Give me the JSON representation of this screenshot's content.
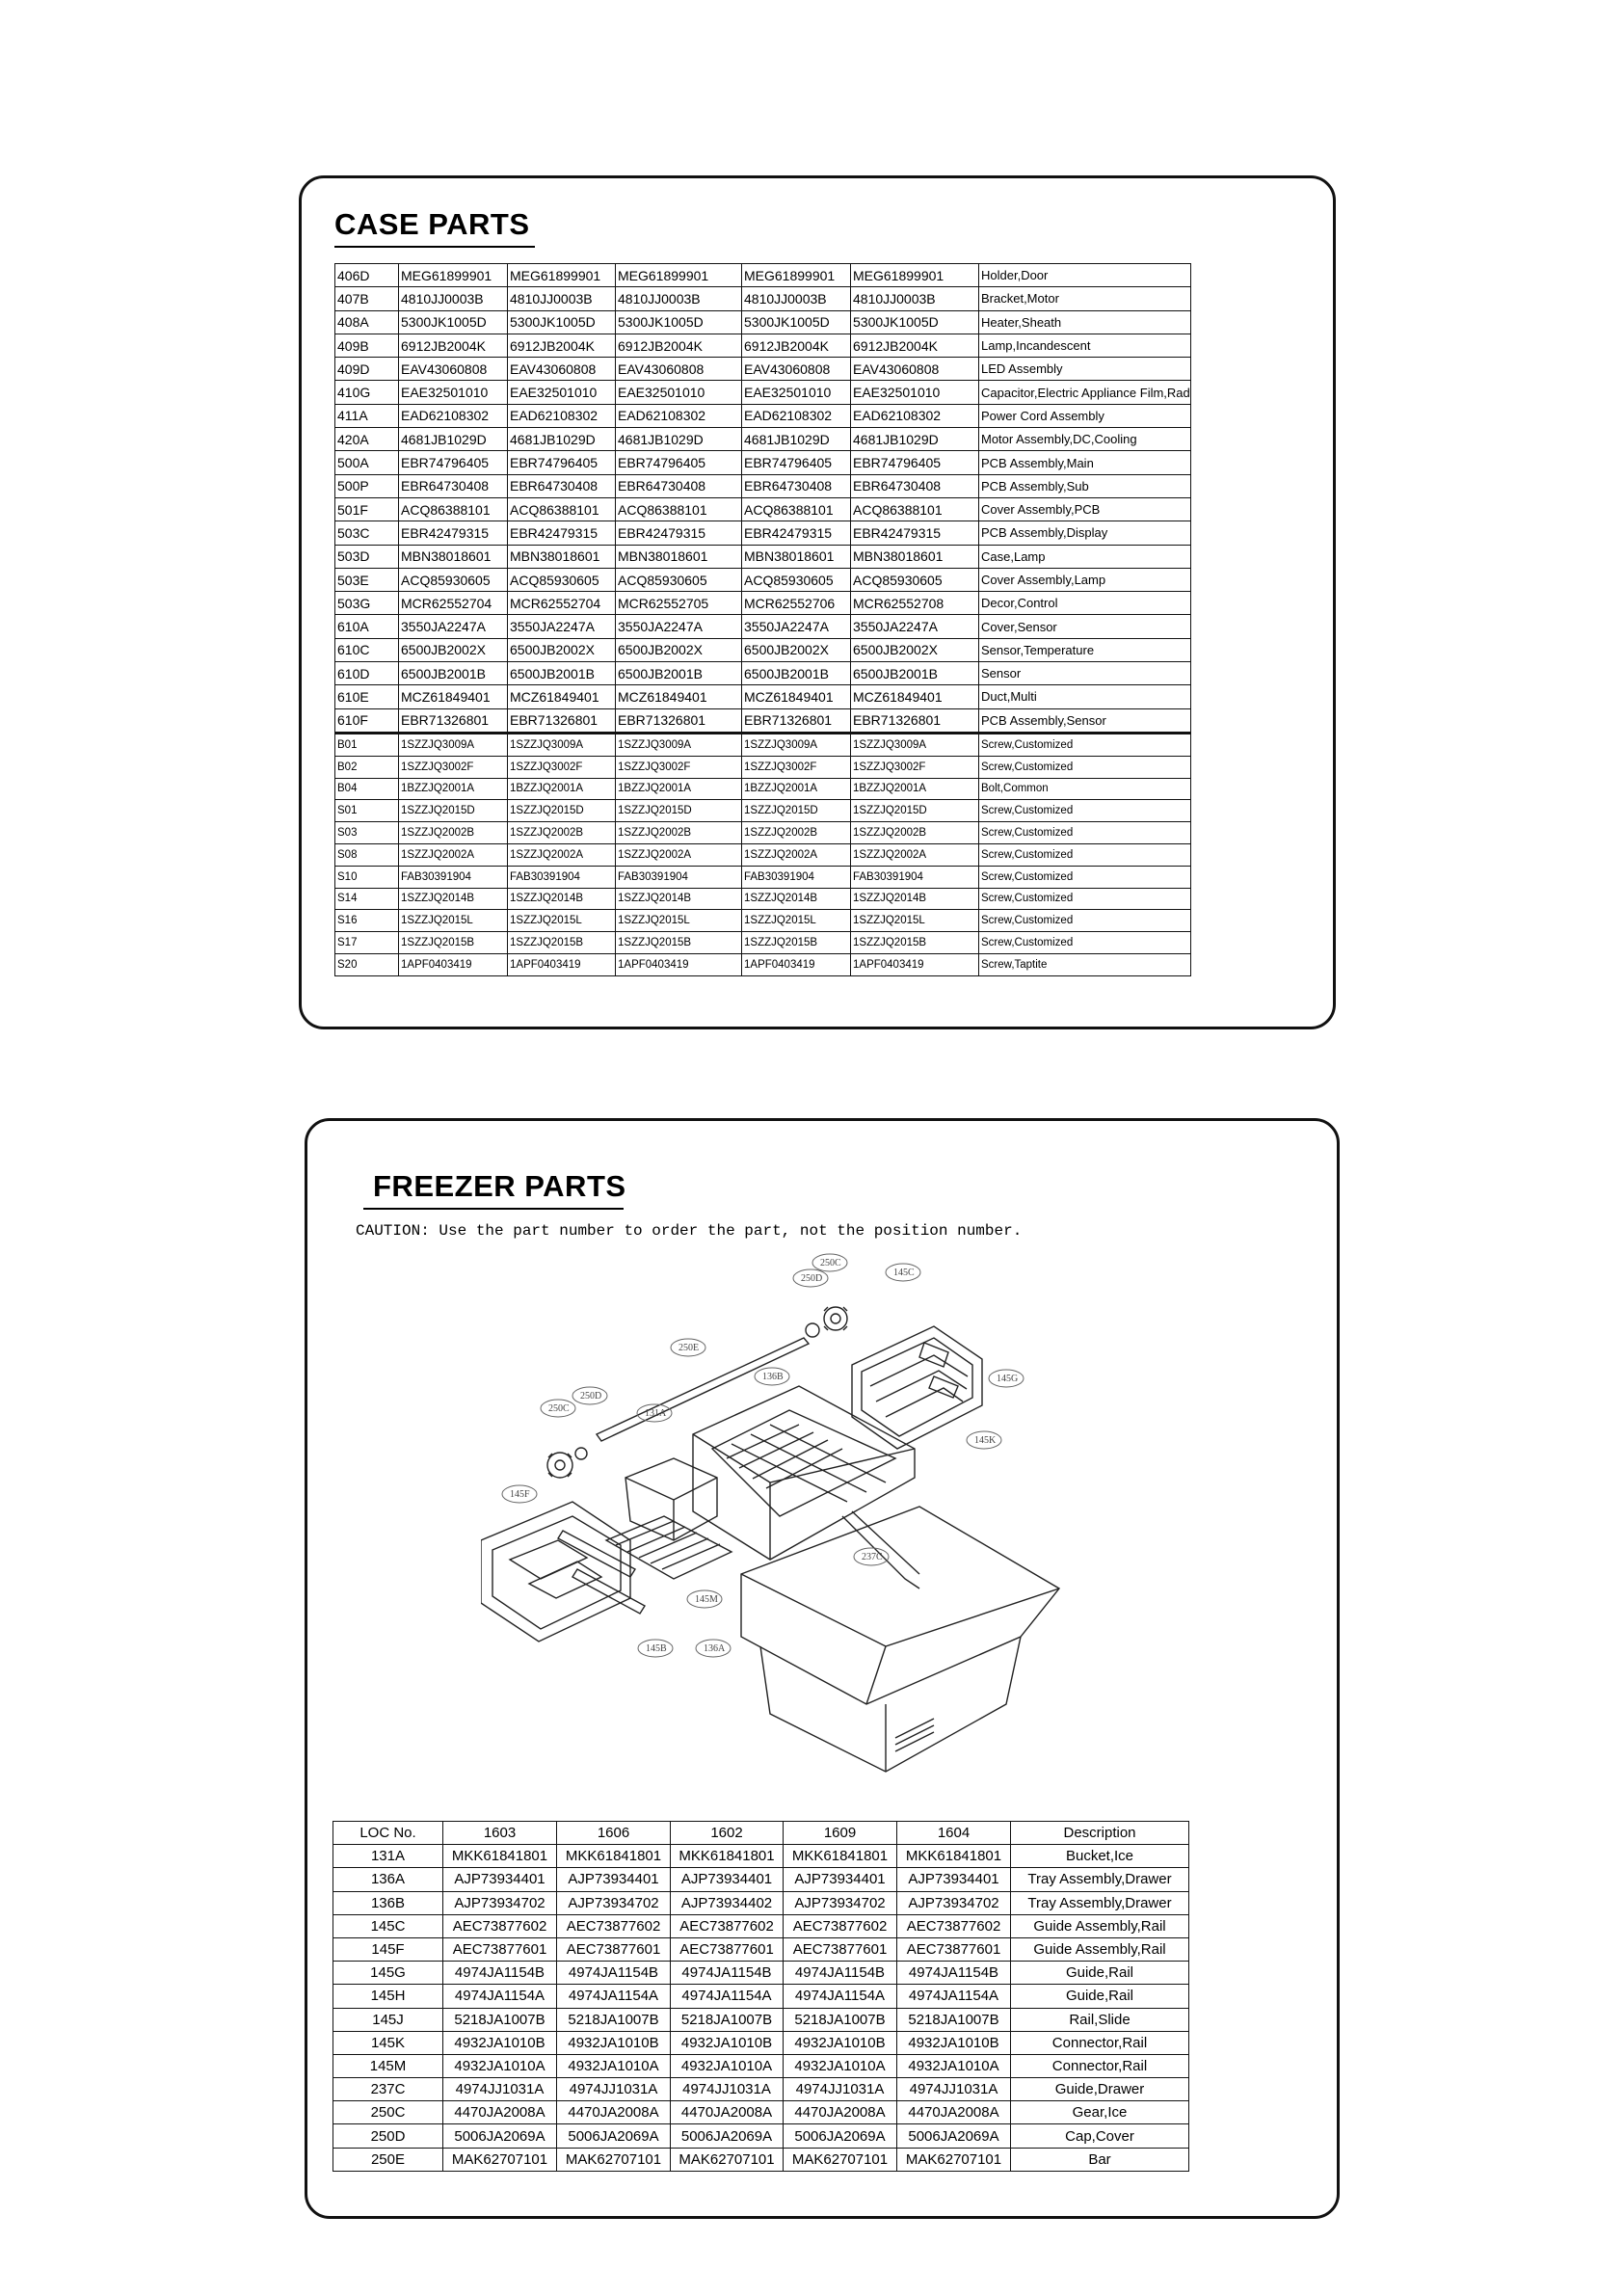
{
  "case_section": {
    "title": "CASE PARTS",
    "rows": [
      {
        "loc": "406D",
        "p1": "MEG61899901",
        "p2": "MEG61899901",
        "p3": "MEG61899901",
        "p4": "MEG61899901",
        "p5": "MEG61899901",
        "desc": "Holder,Door"
      },
      {
        "loc": "407B",
        "p1": "4810JJ0003B",
        "p2": "4810JJ0003B",
        "p3": "4810JJ0003B",
        "p4": "4810JJ0003B",
        "p5": "4810JJ0003B",
        "desc": "Bracket,Motor"
      },
      {
        "loc": "408A",
        "p1": "5300JK1005D",
        "p2": "5300JK1005D",
        "p3": "5300JK1005D",
        "p4": "5300JK1005D",
        "p5": "5300JK1005D",
        "desc": "Heater,Sheath"
      },
      {
        "loc": "409B",
        "p1": "6912JB2004K",
        "p2": "6912JB2004K",
        "p3": "6912JB2004K",
        "p4": "6912JB2004K",
        "p5": "6912JB2004K",
        "desc": "Lamp,Incandescent"
      },
      {
        "loc": "409D",
        "p1": "EAV43060808",
        "p2": "EAV43060808",
        "p3": "EAV43060808",
        "p4": "EAV43060808",
        "p5": "EAV43060808",
        "desc": "LED Assembly"
      },
      {
        "loc": "410G",
        "p1": "EAE32501010",
        "p2": "EAE32501010",
        "p3": "EAE32501010",
        "p4": "EAE32501010",
        "p5": "EAE32501010",
        "desc": "Capacitor,Electric Appliance Film,Rad"
      },
      {
        "loc": "411A",
        "p1": "EAD62108302",
        "p2": "EAD62108302",
        "p3": "EAD62108302",
        "p4": "EAD62108302",
        "p5": "EAD62108302",
        "desc": "Power Cord Assembly"
      },
      {
        "loc": "420A",
        "p1": "4681JB1029D",
        "p2": "4681JB1029D",
        "p3": "4681JB1029D",
        "p4": "4681JB1029D",
        "p5": "4681JB1029D",
        "desc": "Motor Assembly,DC,Cooling"
      },
      {
        "loc": "500A",
        "p1": "EBR74796405",
        "p2": "EBR74796405",
        "p3": "EBR74796405",
        "p4": "EBR74796405",
        "p5": "EBR74796405",
        "desc": "PCB Assembly,Main"
      },
      {
        "loc": "500P",
        "p1": "EBR64730408",
        "p2": "EBR64730408",
        "p3": "EBR64730408",
        "p4": "EBR64730408",
        "p5": "EBR64730408",
        "desc": "PCB Assembly,Sub"
      },
      {
        "loc": "501F",
        "p1": "ACQ86388101",
        "p2": "ACQ86388101",
        "p3": "ACQ86388101",
        "p4": "ACQ86388101",
        "p5": "ACQ86388101",
        "desc": "Cover Assembly,PCB"
      },
      {
        "loc": "503C",
        "p1": "EBR42479315",
        "p2": "EBR42479315",
        "p3": "EBR42479315",
        "p4": "EBR42479315",
        "p5": "EBR42479315",
        "desc": "PCB Assembly,Display"
      },
      {
        "loc": "503D",
        "p1": "MBN38018601",
        "p2": "MBN38018601",
        "p3": "MBN38018601",
        "p4": "MBN38018601",
        "p5": "MBN38018601",
        "desc": "Case,Lamp"
      },
      {
        "loc": "503E",
        "p1": "ACQ85930605",
        "p2": "ACQ85930605",
        "p3": "ACQ85930605",
        "p4": "ACQ85930605",
        "p5": "ACQ85930605",
        "desc": "Cover Assembly,Lamp"
      },
      {
        "loc": "503G",
        "p1": "MCR62552704",
        "p2": "MCR62552704",
        "p3": "MCR62552705",
        "p4": "MCR62552706",
        "p5": "MCR62552708",
        "desc": "Decor,Control"
      },
      {
        "loc": "610A",
        "p1": "3550JA2247A",
        "p2": "3550JA2247A",
        "p3": "3550JA2247A",
        "p4": "3550JA2247A",
        "p5": "3550JA2247A",
        "desc": "Cover,Sensor"
      },
      {
        "loc": "610C",
        "p1": "6500JB2002X",
        "p2": "6500JB2002X",
        "p3": "6500JB2002X",
        "p4": "6500JB2002X",
        "p5": "6500JB2002X",
        "desc": "Sensor,Temperature"
      },
      {
        "loc": "610D",
        "p1": "6500JB2001B",
        "p2": "6500JB2001B",
        "p3": "6500JB2001B",
        "p4": "6500JB2001B",
        "p5": "6500JB2001B",
        "desc": "Sensor"
      },
      {
        "loc": "610E",
        "p1": "MCZ61849401",
        "p2": "MCZ61849401",
        "p3": "MCZ61849401",
        "p4": "MCZ61849401",
        "p5": "MCZ61849401",
        "desc": "Duct,Multi"
      },
      {
        "loc": "610F",
        "p1": "EBR71326801",
        "p2": "EBR71326801",
        "p3": "EBR71326801",
        "p4": "EBR71326801",
        "p5": "EBR71326801",
        "desc": "PCB Assembly,Sensor"
      },
      {
        "loc": "B01",
        "p1": "1SZZJQ3009A",
        "p2": "1SZZJQ3009A",
        "p3": "1SZZJQ3009A",
        "p4": "1SZZJQ3009A",
        "p5": "1SZZJQ3009A",
        "desc": "Screw,Customized"
      },
      {
        "loc": "B02",
        "p1": "1SZZJQ3002F",
        "p2": "1SZZJQ3002F",
        "p3": "1SZZJQ3002F",
        "p4": "1SZZJQ3002F",
        "p5": "1SZZJQ3002F",
        "desc": "Screw,Customized"
      },
      {
        "loc": "B04",
        "p1": "1BZZJQ2001A",
        "p2": "1BZZJQ2001A",
        "p3": "1BZZJQ2001A",
        "p4": "1BZZJQ2001A",
        "p5": "1BZZJQ2001A",
        "desc": "Bolt,Common"
      },
      {
        "loc": "S01",
        "p1": "1SZZJQ2015D",
        "p2": "1SZZJQ2015D",
        "p3": "1SZZJQ2015D",
        "p4": "1SZZJQ2015D",
        "p5": "1SZZJQ2015D",
        "desc": "Screw,Customized"
      },
      {
        "loc": "S03",
        "p1": "1SZZJQ2002B",
        "p2": "1SZZJQ2002B",
        "p3": "1SZZJQ2002B",
        "p4": "1SZZJQ2002B",
        "p5": "1SZZJQ2002B",
        "desc": "Screw,Customized"
      },
      {
        "loc": "S08",
        "p1": "1SZZJQ2002A",
        "p2": "1SZZJQ2002A",
        "p3": "1SZZJQ2002A",
        "p4": "1SZZJQ2002A",
        "p5": "1SZZJQ2002A",
        "desc": "Screw,Customized"
      },
      {
        "loc": "S10",
        "p1": "FAB30391904",
        "p2": "FAB30391904",
        "p3": "FAB30391904",
        "p4": "FAB30391904",
        "p5": "FAB30391904",
        "desc": "Screw,Customized"
      },
      {
        "loc": "S14",
        "p1": "1SZZJQ2014B",
        "p2": "1SZZJQ2014B",
        "p3": "1SZZJQ2014B",
        "p4": "1SZZJQ2014B",
        "p5": "1SZZJQ2014B",
        "desc": "Screw,Customized"
      },
      {
        "loc": "S16",
        "p1": "1SZZJQ2015L",
        "p2": "1SZZJQ2015L",
        "p3": "1SZZJQ2015L",
        "p4": "1SZZJQ2015L",
        "p5": "1SZZJQ2015L",
        "desc": "Screw,Customized"
      },
      {
        "loc": "S17",
        "p1": "1SZZJQ2015B",
        "p2": "1SZZJQ2015B",
        "p3": "1SZZJQ2015B",
        "p4": "1SZZJQ2015B",
        "p5": "1SZZJQ2015B",
        "desc": "Screw,Customized"
      },
      {
        "loc": "S20",
        "p1": "1APF0403419",
        "p2": "1APF0403419",
        "p3": "1APF0403419",
        "p4": "1APF0403419",
        "p5": "1APF0403419",
        "desc": "Screw,Taptite"
      }
    ]
  },
  "freezer_section": {
    "title": "FREEZER PARTS",
    "caution": "CAUTION: Use the part number to order the part, not the position number.",
    "diagram_labels": [
      "250C",
      "250D",
      "145C",
      "250E",
      "136B",
      "145G",
      "250C",
      "250D",
      "131A",
      "145K",
      "145F",
      "237C",
      "145M",
      "145B",
      "136A"
    ],
    "headers": [
      "LOC No.",
      "1603",
      "1606",
      "1602",
      "1609",
      "1604",
      "Description"
    ],
    "rows": [
      {
        "loc": "131A",
        "p1": "MKK61841801",
        "p2": "MKK61841801",
        "p3": "MKK61841801",
        "p4": "MKK61841801",
        "p5": "MKK61841801",
        "desc": "Bucket,Ice"
      },
      {
        "loc": "136A",
        "p1": "AJP73934401",
        "p2": "AJP73934401",
        "p3": "AJP73934401",
        "p4": "AJP73934401",
        "p5": "AJP73934401",
        "desc": "Tray Assembly,Drawer"
      },
      {
        "loc": "136B",
        "p1": "AJP73934702",
        "p2": "AJP73934702",
        "p3": "AJP73934402",
        "p4": "AJP73934702",
        "p5": "AJP73934702",
        "desc": "Tray Assembly,Drawer"
      },
      {
        "loc": "145C",
        "p1": "AEC73877602",
        "p2": "AEC73877602",
        "p3": "AEC73877602",
        "p4": "AEC73877602",
        "p5": "AEC73877602",
        "desc": "Guide Assembly,Rail"
      },
      {
        "loc": "145F",
        "p1": "AEC73877601",
        "p2": "AEC73877601",
        "p3": "AEC73877601",
        "p4": "AEC73877601",
        "p5": "AEC73877601",
        "desc": "Guide Assembly,Rail"
      },
      {
        "loc": "145G",
        "p1": "4974JA1154B",
        "p2": "4974JA1154B",
        "p3": "4974JA1154B",
        "p4": "4974JA1154B",
        "p5": "4974JA1154B",
        "desc": "Guide,Rail"
      },
      {
        "loc": "145H",
        "p1": "4974JA1154A",
        "p2": "4974JA1154A",
        "p3": "4974JA1154A",
        "p4": "4974JA1154A",
        "p5": "4974JA1154A",
        "desc": "Guide,Rail"
      },
      {
        "loc": "145J",
        "p1": "5218JA1007B",
        "p2": "5218JA1007B",
        "p3": "5218JA1007B",
        "p4": "5218JA1007B",
        "p5": "5218JA1007B",
        "desc": "Rail,Slide"
      },
      {
        "loc": "145K",
        "p1": "4932JA1010B",
        "p2": "4932JA1010B",
        "p3": "4932JA1010B",
        "p4": "4932JA1010B",
        "p5": "4932JA1010B",
        "desc": "Connector,Rail"
      },
      {
        "loc": "145M",
        "p1": "4932JA1010A",
        "p2": "4932JA1010A",
        "p3": "4932JA1010A",
        "p4": "4932JA1010A",
        "p5": "4932JA1010A",
        "desc": "Connector,Rail"
      },
      {
        "loc": "237C",
        "p1": "4974JJ1031A",
        "p2": "4974JJ1031A",
        "p3": "4974JJ1031A",
        "p4": "4974JJ1031A",
        "p5": "4974JJ1031A",
        "desc": "Guide,Drawer"
      },
      {
        "loc": "250C",
        "p1": "4470JA2008A",
        "p2": "4470JA2008A",
        "p3": "4470JA2008A",
        "p4": "4470JA2008A",
        "p5": "4470JA2008A",
        "desc": "Gear,Ice"
      },
      {
        "loc": "250D",
        "p1": "5006JA2069A",
        "p2": "5006JA2069A",
        "p3": "5006JA2069A",
        "p4": "5006JA2069A",
        "p5": "5006JA2069A",
        "desc": "Cap,Cover"
      },
      {
        "loc": "250E",
        "p1": "MAK62707101",
        "p2": "MAK62707101",
        "p3": "MAK62707101",
        "p4": "MAK62707101",
        "p5": "MAK62707101",
        "desc": "Bar"
      }
    ]
  }
}
